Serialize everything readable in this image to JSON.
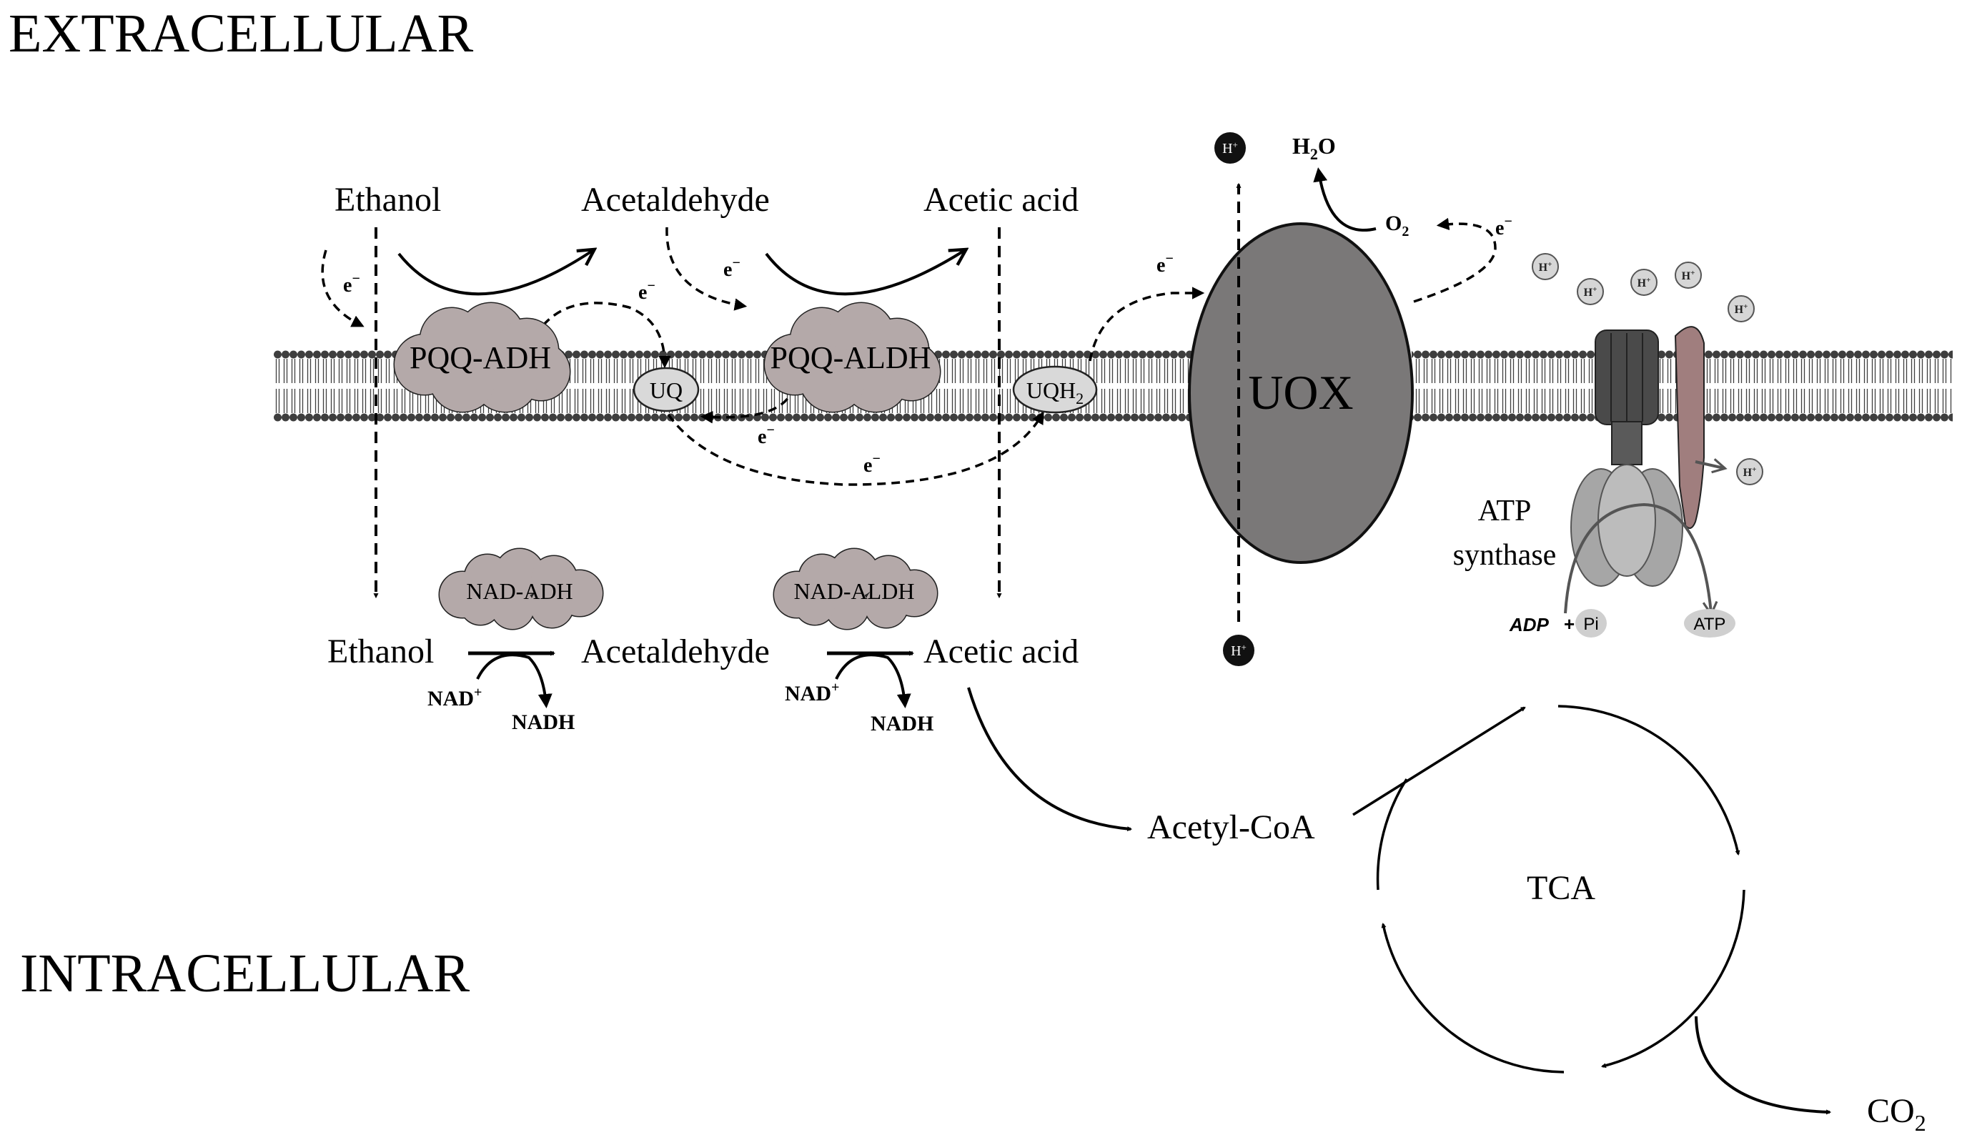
{
  "regions": {
    "extracellular": "EXTRACELLULAR",
    "intracellular": "INTRACELLULAR"
  },
  "periplasm": {
    "ethanol": "Ethanol",
    "acetaldehyde": "Acetaldehyde",
    "acetic_acid": "Acetic acid"
  },
  "cytoplasm": {
    "ethanol": "Ethanol",
    "acetaldehyde": "Acetaldehyde",
    "acetic_acid": "Acetic acid",
    "acetyl_coa": "Acetyl-CoA",
    "tca": "TCA",
    "co2_main": "CO",
    "co2_sub": "2"
  },
  "enzymes": {
    "pqq_adh": "PQQ-ADH",
    "pqq_aldh": "PQQ-ALDH",
    "nad_adh": "NAD-ADH",
    "nad_aldh": "NAD-ALDH",
    "uox": "UOX",
    "uq": "UQ",
    "uqh_main": "UQH",
    "uqh_sub": "2",
    "atp_synthase_line1": "ATP",
    "atp_synthase_line2": "synthase"
  },
  "cofactors": {
    "nad_main": "NAD",
    "nad_sup": "+",
    "nadh": "NADH",
    "electron_main": "e",
    "electron_sup": "−",
    "h2o_main": "H",
    "h2o_sub": "2",
    "h2o_end": "O",
    "o2_main": "O",
    "o2_sub": "2",
    "proton_main": "H",
    "proton_sup": "+",
    "adp": "ADP",
    "plus": "+",
    "pi": "Pi",
    "atp": "ATP"
  },
  "colors": {
    "enzyme_fill": "#b4a9a9",
    "uox_fill": "#7a7878",
    "membrane_dark": "#3e3e3e",
    "quinone_fill": "#d9d9d9",
    "proton_fill": "#111111",
    "atp_stator": "#a07e7e",
    "atp_rotor": "#5a5a5a",
    "atp_head": "#a6a6a6"
  }
}
